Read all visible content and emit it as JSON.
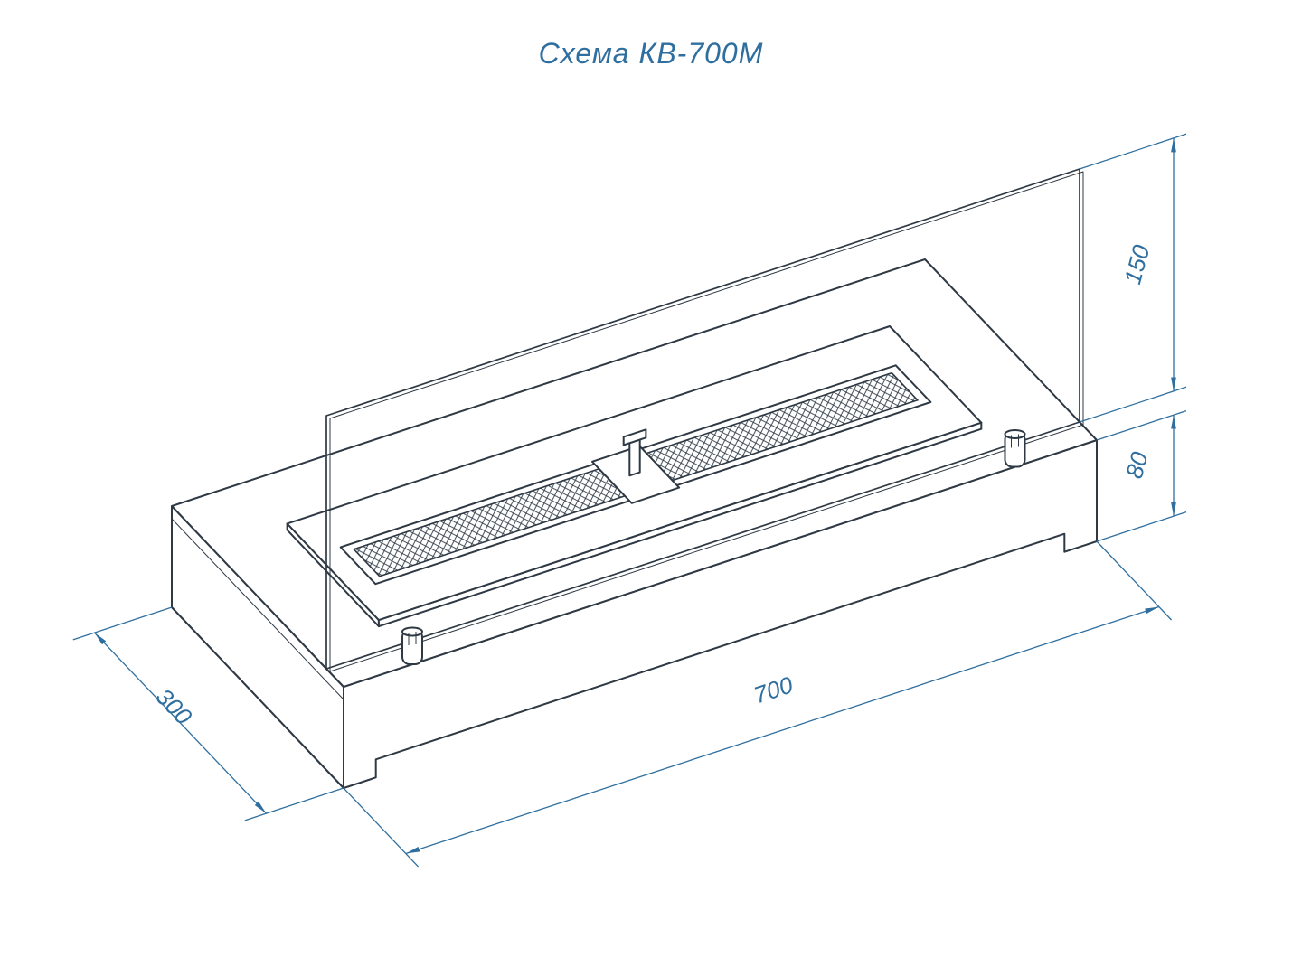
{
  "title": "Схема КВ-700М",
  "colors": {
    "line": "#2e3944",
    "dimension": "#2f6f9f",
    "background": "#ffffff"
  },
  "dimensions": {
    "glass_height": "150",
    "body_height": "80",
    "length": "700",
    "depth": "300"
  }
}
